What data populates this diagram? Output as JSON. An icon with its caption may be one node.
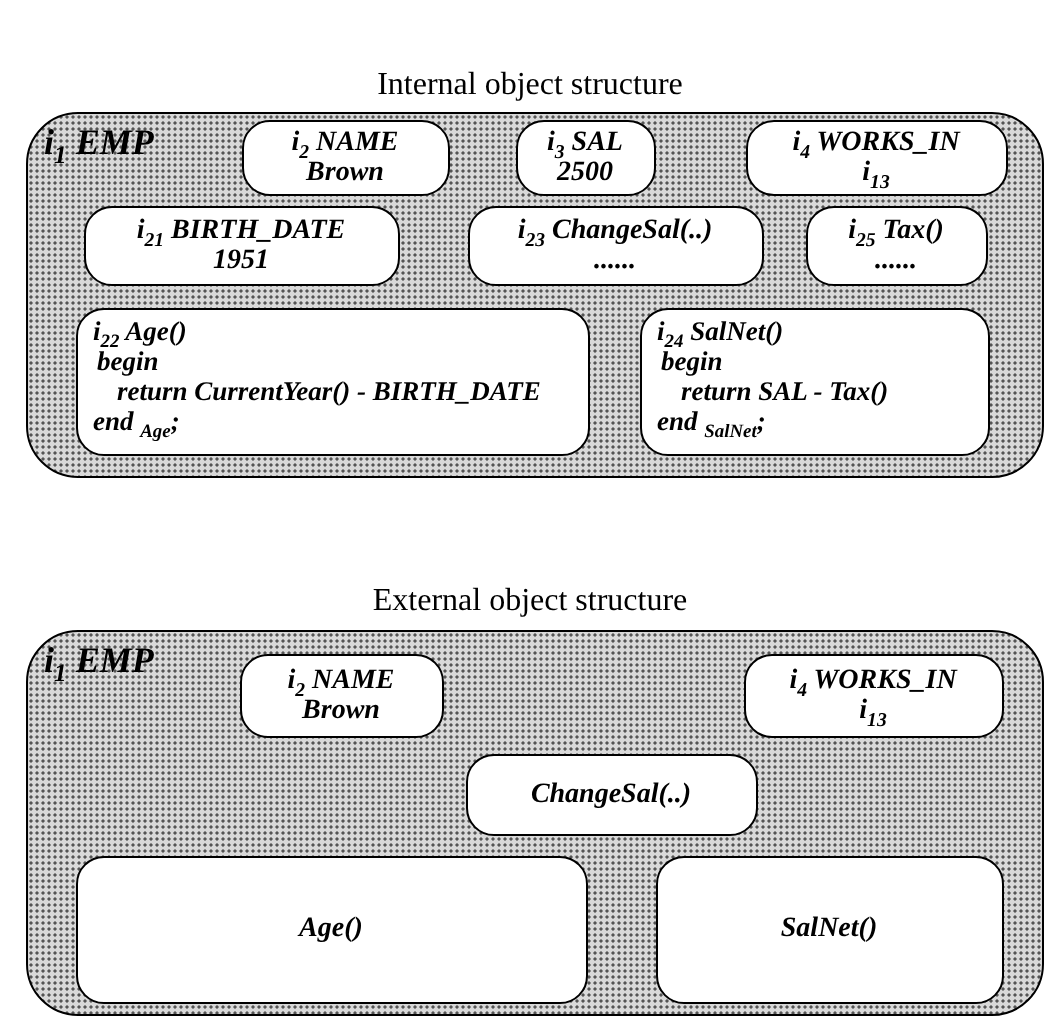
{
  "diagram": {
    "nodes": [
      {
        "text": [
          "i$_{1}$ EMP"
        ]
      },
      {
        "text": [
          "i$_{2}$ NAME",
          "Brown"
        ],
        "in": 0
      },
      {
        "text": [
          "i$_{3}$ SAL",
          "2500"
        ],
        "in": 0
      },
      {
        "text": [
          "i$_{4}$ WORKS_IN",
          "i$_{13}$"
        ],
        "in": 0
      },
      {
        "text": [
          "i$_{21}$ BIRTH_DATE",
          "1951"
        ],
        "in": 0
      },
      {
        "text": [
          "i$_{23}$ ChangeSal(..)",
          "......"
        ],
        "in": 0
      },
      {
        "text": [
          "i$_{25}$ Tax()",
          "......"
        ],
        "in": 0
      },
      {
        "text": [
          "i$_{22}$ Age()",
          "begin",
          "return CurrentYear() - BIRTH_DATE",
          "end $_{Age}$;"
        ],
        "in": 0
      },
      {
        "text": [
          "i$_{24}$ SalNet()",
          "begin",
          "return SAL - Tax()",
          "end $_{SalNet}$;"
        ],
        "in": 0
      },
      {
        "text": [
          "i$_{1}$ EMP"
        ]
      },
      {
        "text": [
          "i$_{2}$ NAME",
          "Brown"
        ],
        "in": 9
      },
      {
        "text": [
          "i$_{4}$ WORKS_IN",
          "i$_{13}$"
        ],
        "in": 9
      },
      {
        "text": [
          "ChangeSal(..)"
        ],
        "in": 9
      },
      {
        "text": [
          "Age()"
        ],
        "in": 9
      },
      {
        "text": [
          "SalNet()"
        ],
        "in": 9
      }
    ],
    "edges": [],
    "labels": [
      "Internal object structure",
      "External object structure"
    ]
  }
}
